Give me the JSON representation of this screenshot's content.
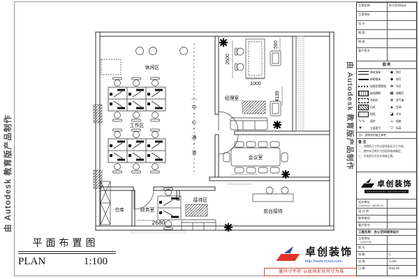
{
  "watermarks": {
    "left": "由 Autodesk 教育版产品制作",
    "right": "由 Autodesk 教育版产品制作"
  },
  "plan": {
    "rooms": {
      "leisure": "休闲区",
      "work": "工作区",
      "manager": "经理室",
      "meeting": "会议室",
      "reception_zone": "接待区",
      "finance": "财务室",
      "storage": "仓库",
      "front_desk": "前台接待"
    },
    "corridor": {
      "c1": "中",
      "c2": "心",
      "c3": "通",
      "c4": "道"
    },
    "dims": {
      "d2600": "2600",
      "d1000": "1000",
      "d590": "590",
      "d4139": "4139",
      "d2680": "2680"
    }
  },
  "title_area": {
    "cn": "平面布置图",
    "en": "PLAN",
    "scale": "1:100"
  },
  "footer": {
    "brand": "卓创装饰",
    "url": "http://www.zcszs.com",
    "disclaimer": "量尺寸不符·以现场实际尺寸为准"
  },
  "title_block": {
    "info_rows": [
      {
        "label": "工程名称",
        "value": "办公空间设计"
      },
      {
        "label": "工程地址",
        "value": ""
      },
      {
        "label": "设  计",
        "value": ""
      },
      {
        "label": "制  图",
        "value": ""
      },
      {
        "label": "审  核",
        "value": ""
      },
      {
        "label": "客户签字",
        "value": ""
      }
    ],
    "legend_title": "图 例",
    "legend": {
      "rows": [
        {
          "l_label": "原有墙体",
          "r_icon": "◉",
          "r_label": "筒灯"
        },
        {
          "l_label": "新砌墙体",
          "r_icon": "◆",
          "r_label": "射灯"
        },
        {
          "l_label": "轻钢龙骨隔墙",
          "r_icon": "⊕",
          "r_label": "吊灯"
        },
        {
          "l_label": "玻璃隔断",
          "r_icon": "▦",
          "r_label": "格栅灯"
        },
        {
          "l_label": "木制作",
          "r_icon": "⊗",
          "r_label": "排气扇"
        },
        {
          "l_label": "石材",
          "r_icon": "▲",
          "r_label": "空调"
        },
        {
          "l_label": "地毯",
          "r_icon": "◪",
          "r_label": "开关"
        },
        {
          "l_label": "窗帘",
          "r_icon": "⊥",
          "r_label": "插座"
        },
        {
          "l_label": "立面索引",
          "r_icon": "▽",
          "r_label": "标高"
        }
      ],
      "note": "注1：图例仅供施工参考"
    },
    "notes_title": "备 注",
    "notes": [
      "一、本图纸尺寸均以现场实际尺寸为准；",
      "二、图中未注明尺寸由现场协商确定；",
      "三、水电定位详见水电施工图。"
    ],
    "logo": {
      "brand": "卓创装饰",
      "brand_en": "ZHUOCHUANG DECORATION"
    },
    "bottom_rows": [
      {
        "label": "设计单位",
        "sub": "卓创装饰设计工程有限公司",
        "value": ""
      },
      {
        "label": "设 计 师",
        "sub": "",
        "value": ""
      },
      {
        "label": "联系电话",
        "sub": "",
        "value": ""
      },
      {
        "label": "客户签字",
        "sub": "",
        "value": ""
      },
      {
        "label": "工程地址",
        "sub": "（以合同为准）",
        "value": ""
      },
      {
        "label": "图  号",
        "sub": "",
        "value": ""
      },
      {
        "label": "张  数",
        "sub": "",
        "value": "1"
      },
      {
        "label": "比  例",
        "sub": "",
        "value": "1:100"
      },
      {
        "label": "日  期",
        "sub": "",
        "value": "2011.09"
      }
    ],
    "wide_row": "工程名称：办公空间装饰设计"
  }
}
